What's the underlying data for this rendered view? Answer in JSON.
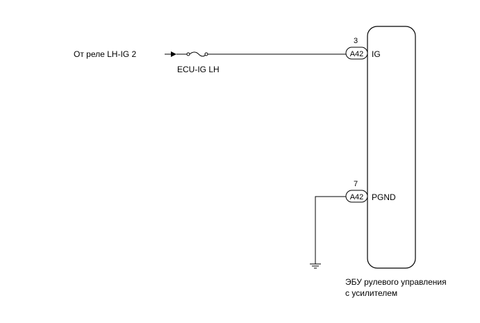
{
  "source": {
    "label": "От реле LH-IG 2"
  },
  "fuse": {
    "label": "ECU-IG LH"
  },
  "connectors": [
    {
      "id": "A42",
      "pin": "3",
      "signal": "IG"
    },
    {
      "id": "A42",
      "pin": "7",
      "signal": "PGND"
    }
  ],
  "ecu": {
    "name_line1": "ЭБУ рулевого управления",
    "name_line2": "с усилителем"
  },
  "colors": {
    "line": "#000000",
    "background": "#ffffff"
  }
}
